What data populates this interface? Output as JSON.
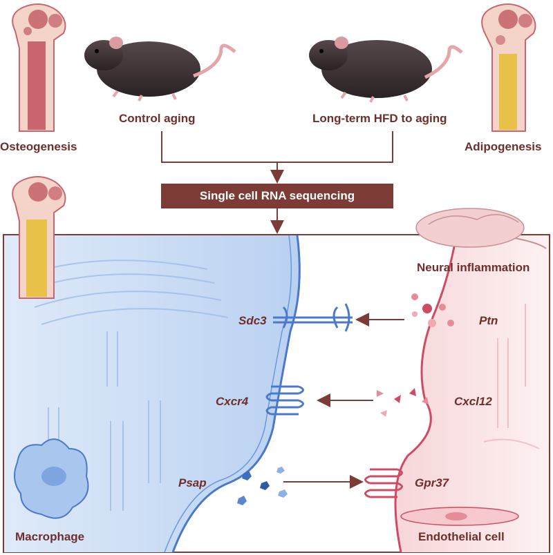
{
  "labels": {
    "osteogenesis": "Osteogenesis",
    "control_aging": "Control aging",
    "long_term_hfd": "Long-term HFD to aging",
    "adipogenesis": "Adipogenesis",
    "scrna_seq": "Single cell RNA sequencing",
    "neural_inflammation": "Neural inflammation",
    "macrophage": "Macrophage",
    "endothelial_cell": "Endothelial cell"
  },
  "genes": {
    "sdc3": "Sdc3",
    "ptn": "Ptn",
    "cxcr4": "Cxcr4",
    "cxcl12": "Cxcl12",
    "psap": "Psap",
    "gpr37": "Gpr37"
  },
  "colors": {
    "label_text": "#6e2f2b",
    "arrow": "#7c3b34",
    "banner_bg": "#7c3b34",
    "macrophage_blue": "#4a79c9",
    "endothelial_red": "#cf4a63",
    "bone_pink": "#c9656e",
    "fat_yellow": "#e8c148"
  }
}
